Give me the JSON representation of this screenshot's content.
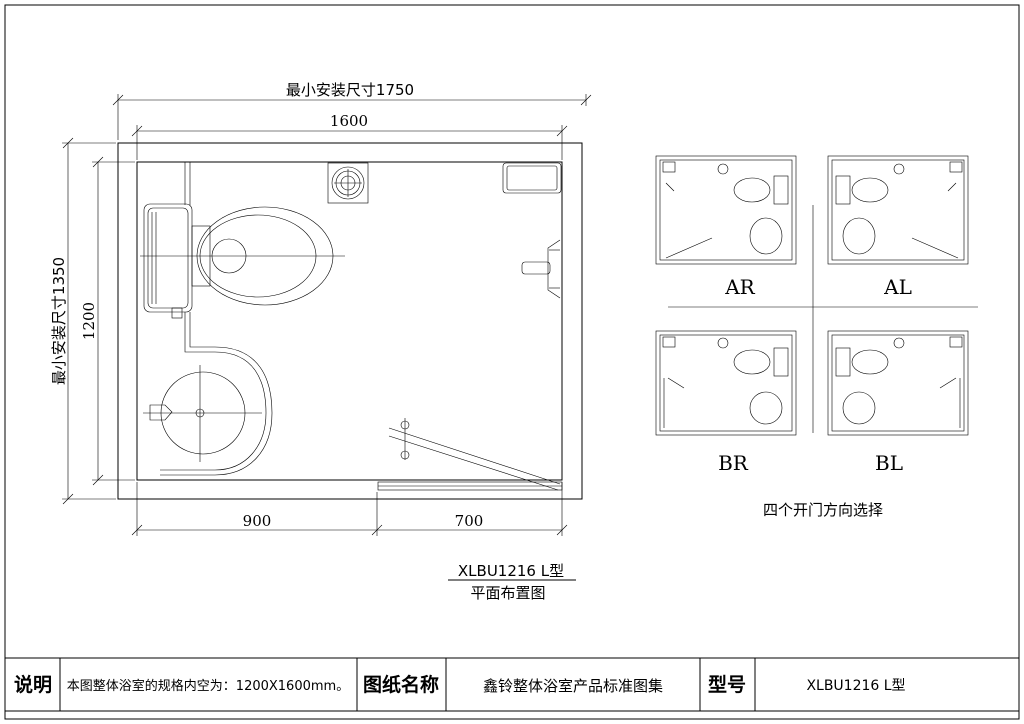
{
  "plan": {
    "dim_min_install_width": "最小安装尺寸1750",
    "dim_width": "1600",
    "dim_min_install_height": "最小安装尺寸1350",
    "dim_height": "1200",
    "dim_left_segment": "900",
    "dim_right_segment": "700",
    "model_label": "XLBU1216 L型",
    "plan_title": "平面布置图"
  },
  "variants": {
    "items": [
      {
        "code": "AR"
      },
      {
        "code": "AL"
      },
      {
        "code": "BR"
      },
      {
        "code": "BL"
      }
    ],
    "caption": "四个开门方向选择"
  },
  "title_block": {
    "note_label": "说明",
    "note_text": "本图整体浴室的规格内空为：1200X1600mm。",
    "drawing_name_label": "图纸名称",
    "drawing_name": "鑫铃整体浴室产品标准图集",
    "model_no_label": "型号",
    "model_no": "XLBU1216 L型"
  }
}
